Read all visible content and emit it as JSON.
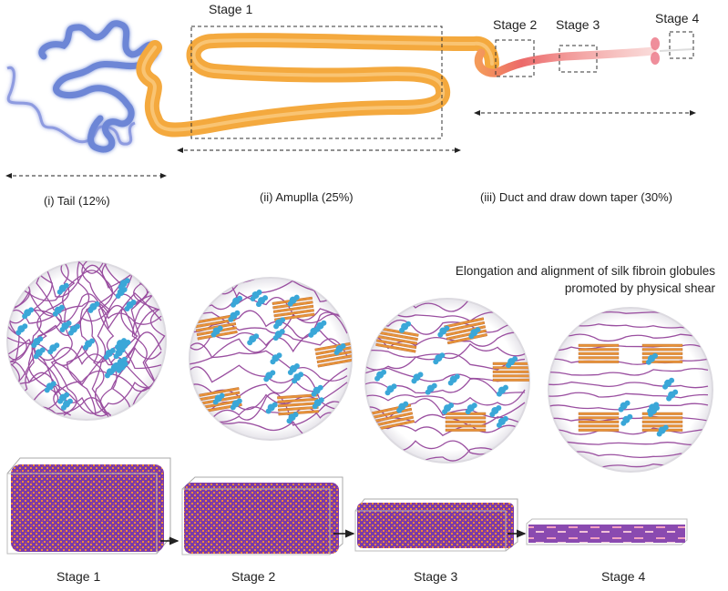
{
  "top_section": {
    "stage_labels": [
      "Stage 1",
      "Stage 2",
      "Stage 3",
      "Stage 4"
    ],
    "region_labels": [
      "(i) Tail (12%)",
      "(ii) Amuplla (25%)",
      "(iii) Duct and draw down taper (30%)"
    ],
    "colors": {
      "tail": "#7f95d9",
      "ampulla": "#f7b24a",
      "duct": "#ec6a6a"
    }
  },
  "middle_section": {
    "annotation_line1": "Elongation and alignment of silk fibroin globules",
    "annotation_line2": "promoted by physical shear",
    "colors": {
      "chain": "#9a4fa0",
      "globule": "#3aa7d8",
      "beta_sheet": "#e8943a"
    }
  },
  "bottom_section": {
    "stage_labels": [
      "Stage 1",
      "Stage 2",
      "Stage 3",
      "Stage 4"
    ],
    "colors": {
      "block_purple": "#7a3aa8",
      "block_orange": "#f08a3a"
    }
  }
}
